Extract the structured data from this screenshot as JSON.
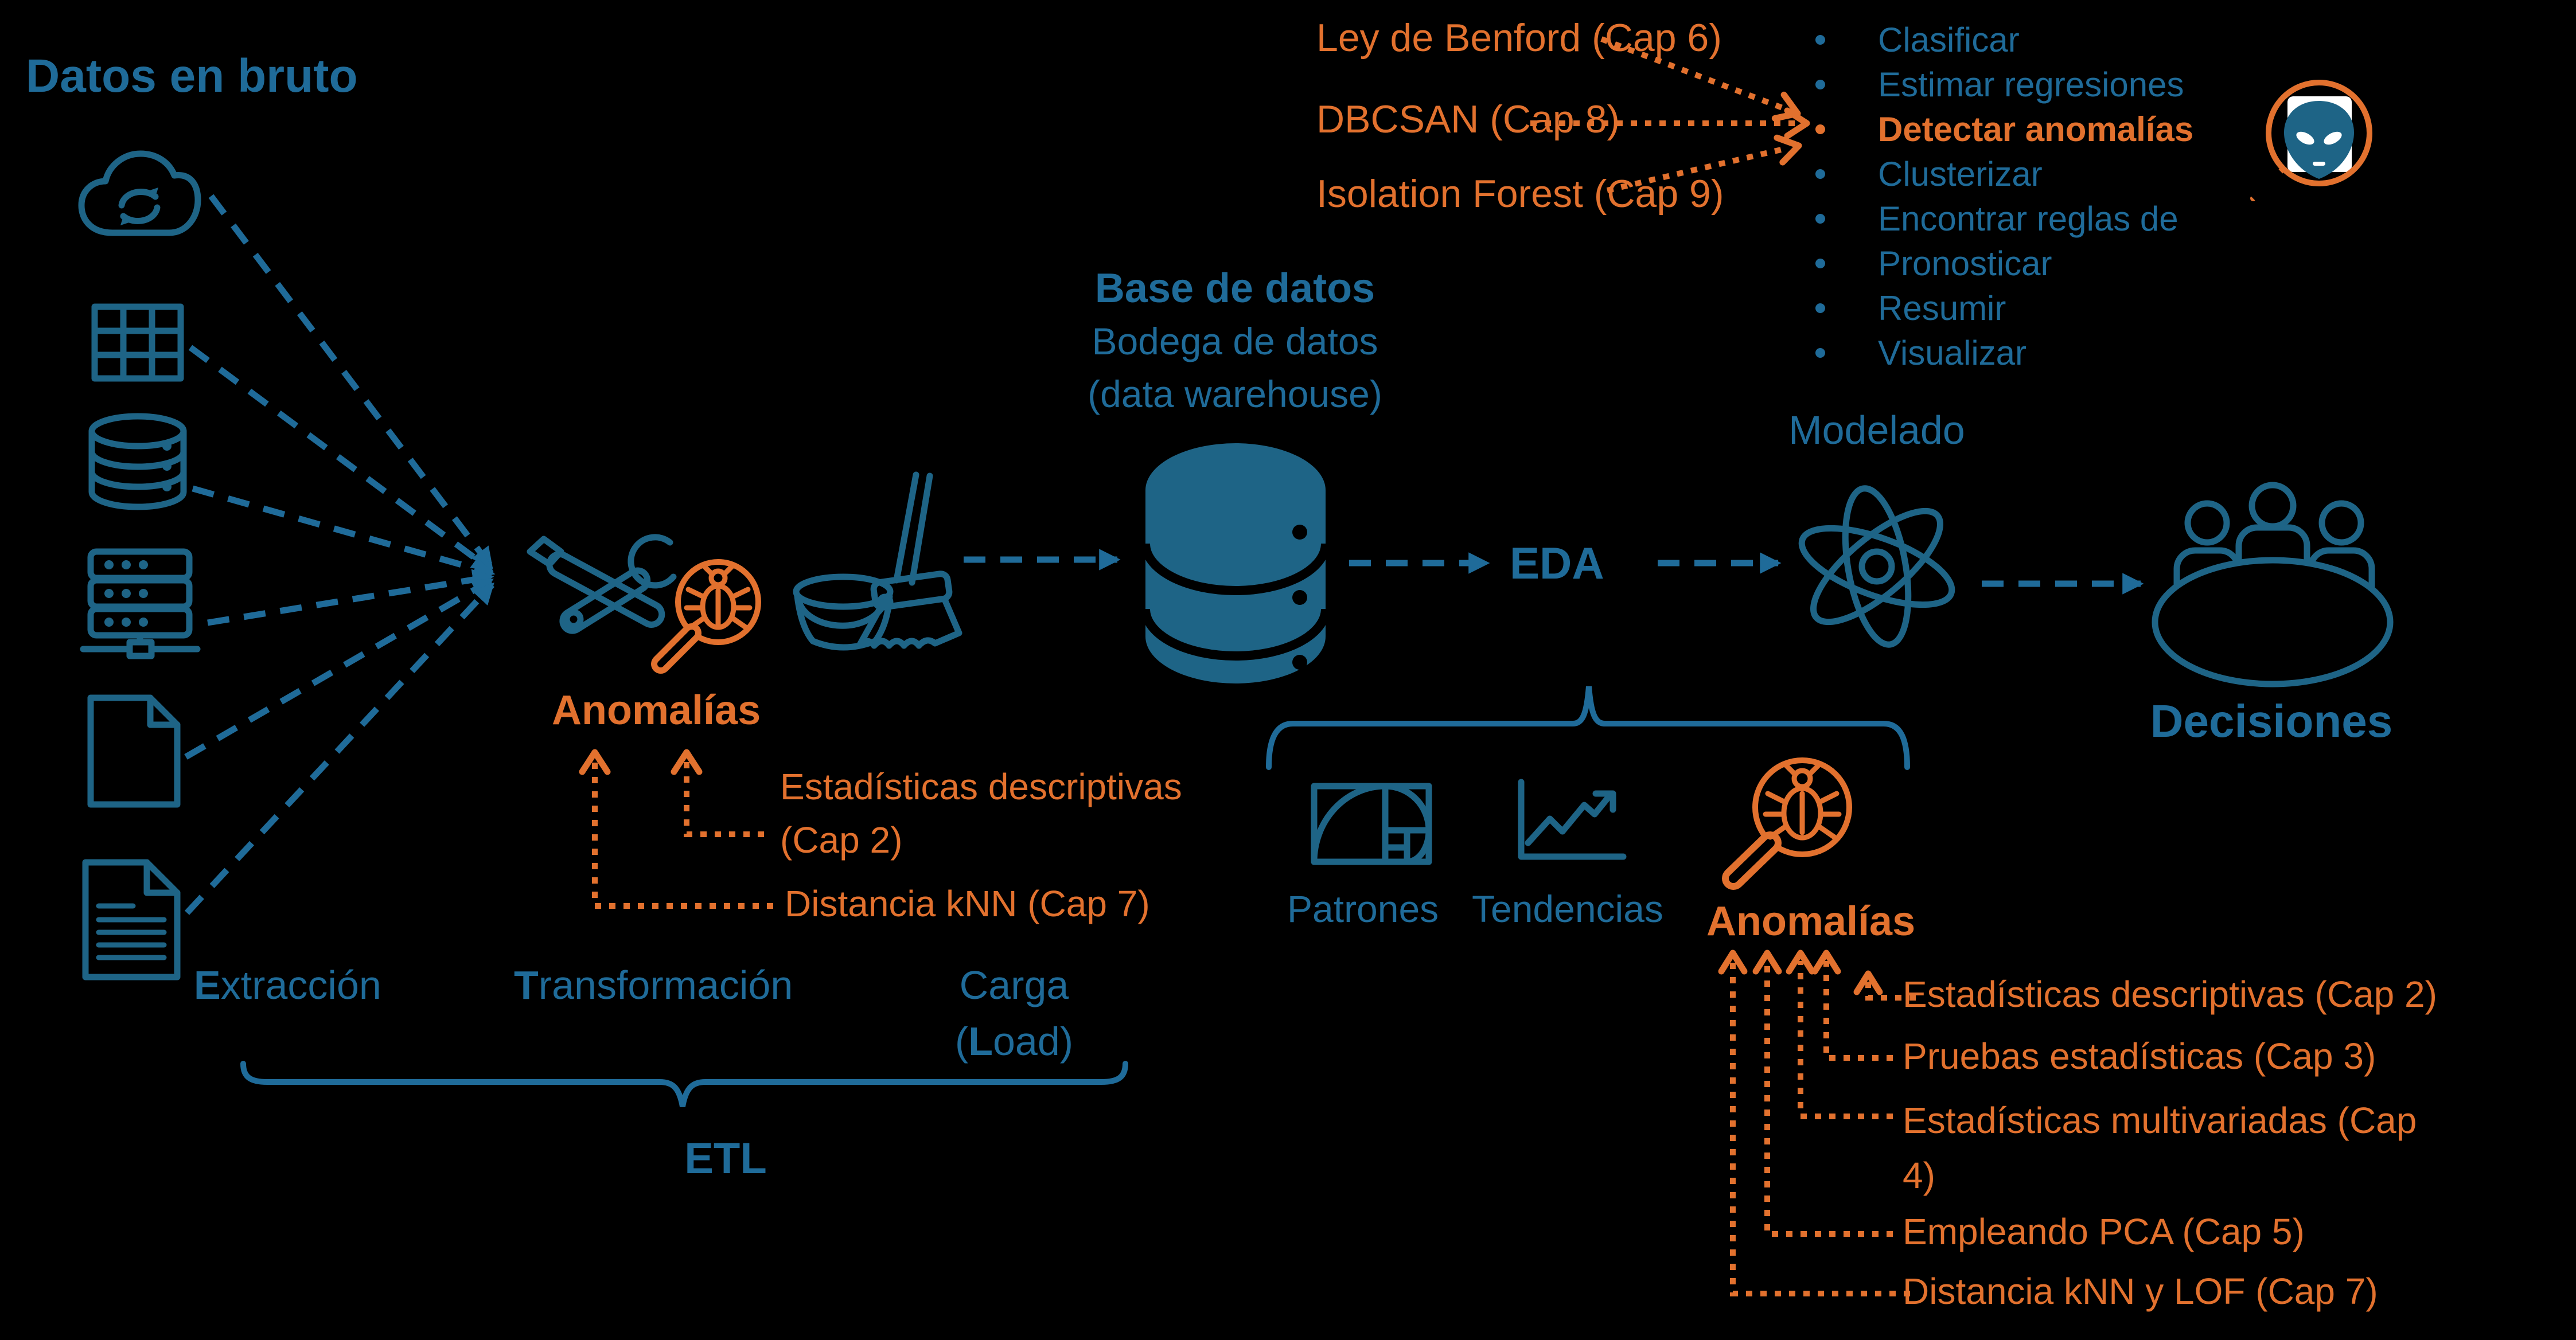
{
  "colors": {
    "background": "#000000",
    "blue_text": "#1f6b99",
    "blue_icon": "#1e6486",
    "orange": "#e2712e"
  },
  "raw_data": {
    "title": "Datos en bruto"
  },
  "etl": {
    "anomalias": "Anomalías",
    "annotation_cap2": "Estadísticas descriptivas (Cap 2)",
    "annotation_cap7": "Distancia kNN (Cap 7)",
    "extraccion": [
      "E",
      "xtracción"
    ],
    "transformacion": [
      "T",
      "ransformación"
    ],
    "carga": "Carga",
    "load": [
      "(",
      "L",
      "oad)"
    ],
    "label": "ETL"
  },
  "warehouse": {
    "title": "Base de datos",
    "subtitle": "Bodega de datos",
    "subtitle_en": "(data warehouse)"
  },
  "eda": {
    "label": "EDA",
    "patrones": "Patrones",
    "tendencias": "Tendencias",
    "anomalias": "Anomalías",
    "methods": [
      {
        "label": "Estadísticas descriptivas (Cap 2)"
      },
      {
        "label": "Pruebas estadísticas (Cap 3)"
      },
      {
        "label": "Estadísticas multivariadas (Cap 4)"
      },
      {
        "label": "Empleando PCA (Cap 5)"
      },
      {
        "label": "Distancia kNN y LOF (Cap 7)"
      }
    ]
  },
  "modeling": {
    "title": "Modelado",
    "methods": [
      {
        "label": "Ley de Benford (Cap 6)"
      },
      {
        "label": "DBCSAN (Cap 8)"
      },
      {
        "label": "Isolation Forest (Cap 9)"
      }
    ],
    "tasks": [
      {
        "label": "Clasificar"
      },
      {
        "label": "Estimar regresiones"
      },
      {
        "label": "Detectar anomalías"
      },
      {
        "label": "Clusterizar"
      },
      {
        "label": "Encontrar reglas de"
      },
      {
        "label": "Pronosticar"
      },
      {
        "label": "Resumir"
      },
      {
        "label": "Visualizar"
      }
    ]
  },
  "decisions": {
    "label": "Decisiones"
  },
  "icons": {
    "sources": [
      "cloud-sync-icon",
      "data-table-icon",
      "database-icon",
      "server-icon",
      "file-icon",
      "document-icon"
    ],
    "transformation": "tools-icon",
    "anomaly_detection": "magnifier-bug-icon",
    "cleaning": "bucket-broom-icon",
    "warehouse": "database-cylinder-icon",
    "modeling": "atom-icon",
    "decisions": "meeting-table-icon",
    "patterns": "golden-ratio-icon",
    "trends": "trend-chart-icon",
    "detect_anomalies": "alien-magnifier-icon"
  }
}
